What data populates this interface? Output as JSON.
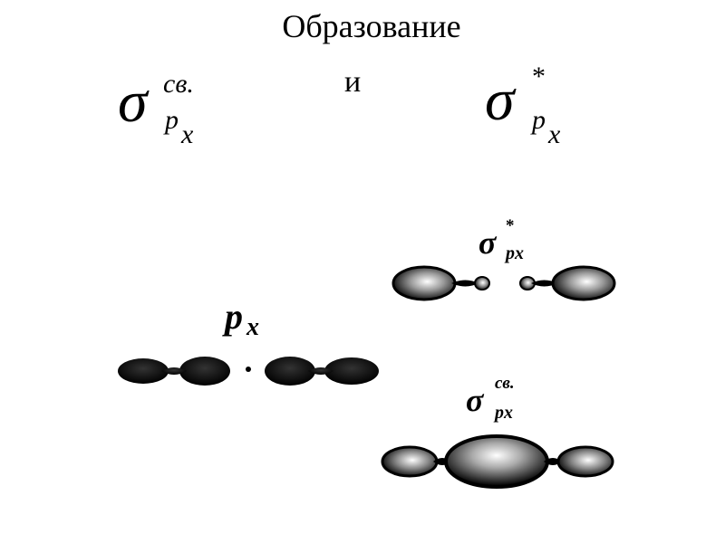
{
  "title": "Образование",
  "conjunction": "и",
  "header_terms": {
    "bonding": {
      "symbol": "σ",
      "superscript": "св.",
      "subscript_main": "p",
      "subscript_index": "x"
    },
    "antibonding": {
      "symbol": "σ",
      "superscript": "*",
      "subscript_main": "p",
      "subscript_index": "x"
    }
  },
  "diagram": {
    "atomic_label": {
      "main": "p",
      "index": "x"
    },
    "antibonding_label": {
      "symbol": "σ",
      "superscript": "*",
      "subscript": "px"
    },
    "bonding_label": {
      "symbol": "σ",
      "superscript": "св.",
      "subscript": "px"
    }
  },
  "colors": {
    "lobe": "#000000",
    "highlight": "#ffffff",
    "background": "#ffffff"
  }
}
